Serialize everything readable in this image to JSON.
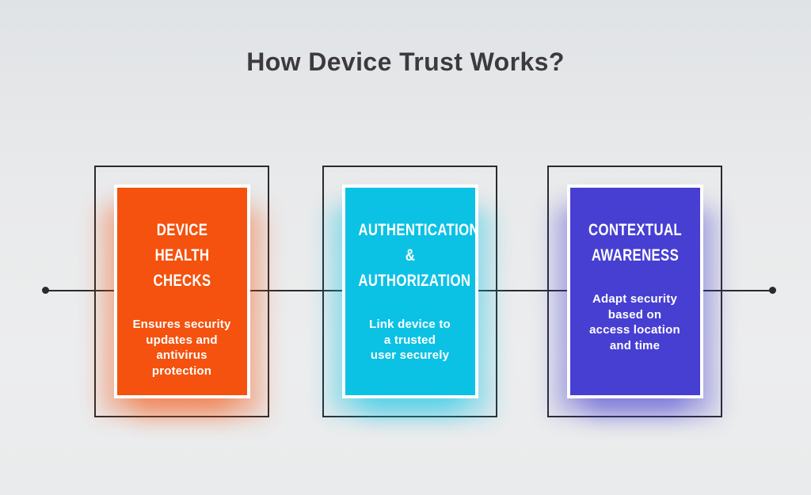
{
  "title": "How Device Trust Works?",
  "colors": {
    "background_top": "#e0e3e6",
    "background_bottom": "#ecedee",
    "title_text": "#3b3b3d",
    "line": "#2b2b2f",
    "outer_box_border": "#2b2b2f",
    "card_text": "#ffffff"
  },
  "cards": [
    {
      "heading": "DEVICE\nHEALTH CHECKS",
      "body": "Ensures security\nupdates and\nantivirus\nprotection",
      "color": "#f4520e",
      "shadow": "rgba(244,82,14,0.30)"
    },
    {
      "heading": "AUTHENTICATION\n& AUTHORIZATION",
      "body": "Link device to\na trusted\nuser securely",
      "color": "#0bc2e5",
      "shadow": "rgba(11,194,229,0.30)"
    },
    {
      "heading": "CONTEXTUAL\nAWARENESS",
      "body": "Adapt security\nbased on\naccess location\nand time",
      "color": "#473fd2",
      "shadow": "rgba(71,63,210,0.30)"
    }
  ]
}
